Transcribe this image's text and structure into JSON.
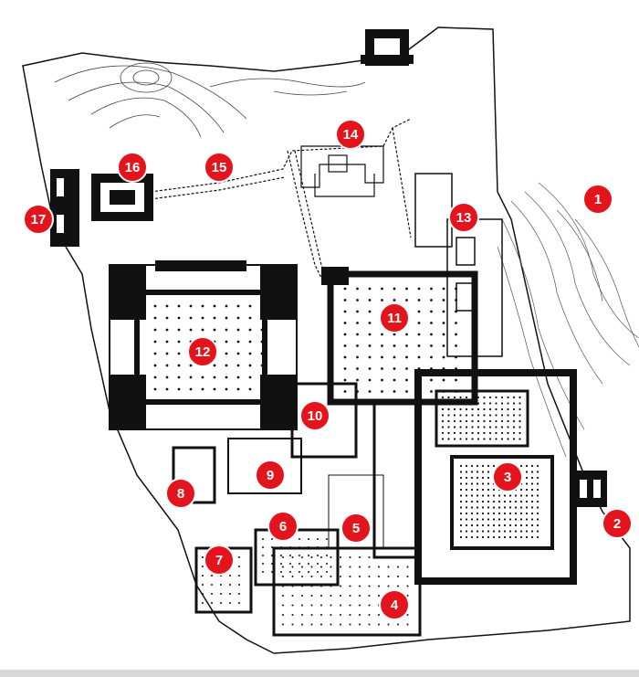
{
  "plan": {
    "markers": [
      {
        "id": "marker-1",
        "label": "1"
      },
      {
        "id": "marker-2",
        "label": "2"
      },
      {
        "id": "marker-3",
        "label": "3"
      },
      {
        "id": "marker-4",
        "label": "4"
      },
      {
        "id": "marker-5",
        "label": "5"
      },
      {
        "id": "marker-6",
        "label": "6"
      },
      {
        "id": "marker-7",
        "label": "7"
      },
      {
        "id": "marker-8",
        "label": "8"
      },
      {
        "id": "marker-9",
        "label": "9"
      },
      {
        "id": "marker-10",
        "label": "10"
      },
      {
        "id": "marker-11",
        "label": "11"
      },
      {
        "id": "marker-12",
        "label": "12"
      },
      {
        "id": "marker-13",
        "label": "13"
      },
      {
        "id": "marker-14",
        "label": "14"
      },
      {
        "id": "marker-15",
        "label": "15"
      },
      {
        "id": "marker-16",
        "label": "16"
      },
      {
        "id": "marker-17",
        "label": "17"
      }
    ],
    "colors": {
      "marker_fill": "#e3141b",
      "marker_text": "#ffffff",
      "ink": "#111111",
      "paper": "#ffffff"
    }
  }
}
